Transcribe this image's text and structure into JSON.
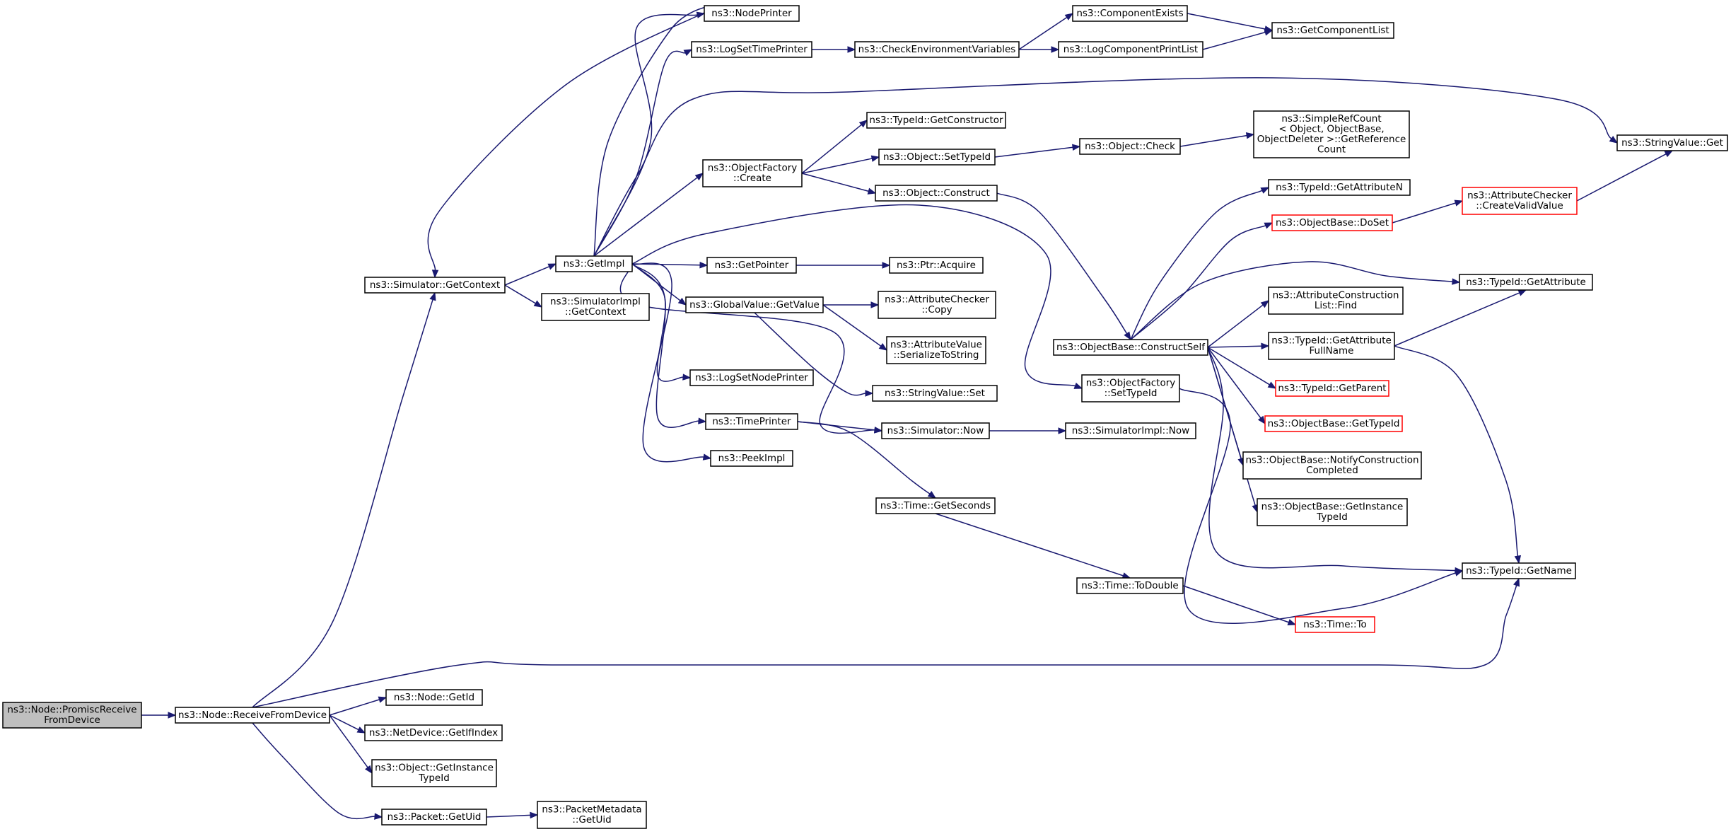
{
  "graph": {
    "edge_color": "#191970",
    "root_fill": "#bfbfbf",
    "node_border_colors": {
      "normal": "#000000",
      "truncated": "#ff0000"
    },
    "nodes": [
      {
        "id": "promisc",
        "lines": [
          "ns3::Node::PromiscReceive",
          "FromDevice"
        ],
        "style": "root"
      },
      {
        "id": "recv",
        "lines": [
          "ns3::Node::ReceiveFromDevice"
        ],
        "style": "normal"
      },
      {
        "id": "simctx",
        "lines": [
          "ns3::Simulator::GetContext"
        ],
        "style": "normal"
      },
      {
        "id": "getid",
        "lines": [
          "ns3::Node::GetId"
        ],
        "style": "normal"
      },
      {
        "id": "getifindex",
        "lines": [
          "ns3::NetDevice::GetIfIndex"
        ],
        "style": "normal"
      },
      {
        "id": "objinst",
        "lines": [
          "ns3::Object::GetInstance",
          "TypeId"
        ],
        "style": "normal"
      },
      {
        "id": "pktuid",
        "lines": [
          "ns3::Packet::GetUid"
        ],
        "style": "normal"
      },
      {
        "id": "pmuid",
        "lines": [
          "ns3::PacketMetadata",
          "::GetUid"
        ],
        "style": "normal"
      },
      {
        "id": "getimpl",
        "lines": [
          "ns3::GetImpl"
        ],
        "style": "normal"
      },
      {
        "id": "simimplctx",
        "lines": [
          "ns3::SimulatorImpl",
          "::GetContext"
        ],
        "style": "normal"
      },
      {
        "id": "nodeprinter",
        "lines": [
          "ns3::NodePrinter"
        ],
        "style": "normal"
      },
      {
        "id": "logsettp",
        "lines": [
          "ns3::LogSetTimePrinter"
        ],
        "style": "normal"
      },
      {
        "id": "checkenv",
        "lines": [
          "ns3::CheckEnvironmentVariables"
        ],
        "style": "normal"
      },
      {
        "id": "compexists",
        "lines": [
          "ns3::ComponentExists"
        ],
        "style": "normal"
      },
      {
        "id": "logcpl",
        "lines": [
          "ns3::LogComponentPrintList"
        ],
        "style": "normal"
      },
      {
        "id": "getcomplist",
        "lines": [
          "ns3::GetComponentList"
        ],
        "style": "normal"
      },
      {
        "id": "objfactcreate",
        "lines": [
          "ns3::ObjectFactory",
          "::Create"
        ],
        "style": "normal"
      },
      {
        "id": "tidgetctor",
        "lines": [
          "ns3::TypeId::GetConstructor"
        ],
        "style": "normal"
      },
      {
        "id": "objsettid",
        "lines": [
          "ns3::Object::SetTypeId"
        ],
        "style": "normal"
      },
      {
        "id": "objcheck",
        "lines": [
          "ns3::Object::Check"
        ],
        "style": "normal"
      },
      {
        "id": "simplerefcount",
        "lines": [
          "ns3::SimpleRefCount",
          "< Object, ObjectBase,",
          "ObjectDeleter >::GetReference",
          "Count"
        ],
        "style": "normal"
      },
      {
        "id": "objconstruct",
        "lines": [
          "ns3::Object::Construct"
        ],
        "style": "normal"
      },
      {
        "id": "strvalget",
        "lines": [
          "ns3::StringValue::Get"
        ],
        "style": "normal"
      },
      {
        "id": "getpointer",
        "lines": [
          "ns3::GetPointer"
        ],
        "style": "normal"
      },
      {
        "id": "ptracquire",
        "lines": [
          "ns3::Ptr::Acquire"
        ],
        "style": "normal"
      },
      {
        "id": "gvgetvalue",
        "lines": [
          "ns3::GlobalValue::GetValue"
        ],
        "style": "normal"
      },
      {
        "id": "accopy",
        "lines": [
          "ns3::AttributeChecker",
          "::Copy"
        ],
        "style": "normal"
      },
      {
        "id": "avser",
        "lines": [
          "ns3::AttributeValue",
          "::SerializeToString"
        ],
        "style": "normal"
      },
      {
        "id": "strvalset",
        "lines": [
          "ns3::StringValue::Set"
        ],
        "style": "normal"
      },
      {
        "id": "logsetnp",
        "lines": [
          "ns3::LogSetNodePrinter"
        ],
        "style": "normal"
      },
      {
        "id": "timeprinter",
        "lines": [
          "ns3::TimePrinter"
        ],
        "style": "normal"
      },
      {
        "id": "peekimpl",
        "lines": [
          "ns3::PeekImpl"
        ],
        "style": "normal"
      },
      {
        "id": "simnow",
        "lines": [
          "ns3::Simulator::Now"
        ],
        "style": "normal"
      },
      {
        "id": "simimplnow",
        "lines": [
          "ns3::SimulatorImpl::Now"
        ],
        "style": "normal"
      },
      {
        "id": "timegetsec",
        "lines": [
          "ns3::Time::GetSeconds"
        ],
        "style": "normal"
      },
      {
        "id": "timetodouble",
        "lines": [
          "ns3::Time::ToDouble"
        ],
        "style": "normal"
      },
      {
        "id": "timeto",
        "lines": [
          "ns3::Time::To"
        ],
        "style": "truncated"
      },
      {
        "id": "obconstructself",
        "lines": [
          "ns3::ObjectBase::ConstructSelf"
        ],
        "style": "normal"
      },
      {
        "id": "ofsettid",
        "lines": [
          "ns3::ObjectFactory",
          "::SetTypeId"
        ],
        "style": "normal"
      },
      {
        "id": "tidgetattrn",
        "lines": [
          "ns3::TypeId::GetAttributeN"
        ],
        "style": "normal"
      },
      {
        "id": "obdoset",
        "lines": [
          "ns3::ObjectBase::DoSet"
        ],
        "style": "truncated"
      },
      {
        "id": "accreatevalid",
        "lines": [
          "ns3::AttributeChecker",
          "::CreateValidValue"
        ],
        "style": "truncated"
      },
      {
        "id": "acfind",
        "lines": [
          "ns3::AttributeConstruction",
          "List::Find"
        ],
        "style": "normal"
      },
      {
        "id": "tidgetattr",
        "lines": [
          "ns3::TypeId::GetAttribute"
        ],
        "style": "normal"
      },
      {
        "id": "tidgetattrfull",
        "lines": [
          "ns3::TypeId::GetAttribute",
          "FullName"
        ],
        "style": "normal"
      },
      {
        "id": "tidgetparent",
        "lines": [
          "ns3::TypeId::GetParent"
        ],
        "style": "truncated"
      },
      {
        "id": "obgettid",
        "lines": [
          "ns3::ObjectBase::GetTypeId"
        ],
        "style": "truncated"
      },
      {
        "id": "obnotify",
        "lines": [
          "ns3::ObjectBase::NotifyConstruction",
          "Completed"
        ],
        "style": "normal"
      },
      {
        "id": "obgetinst",
        "lines": [
          "ns3::ObjectBase::GetInstance",
          "TypeId"
        ],
        "style": "normal"
      },
      {
        "id": "tidgetname",
        "lines": [
          "ns3::TypeId::GetName"
        ],
        "style": "normal"
      }
    ],
    "edges": [
      [
        "promisc",
        "recv"
      ],
      [
        "recv",
        "simctx"
      ],
      [
        "recv",
        "getid"
      ],
      [
        "recv",
        "getifindex"
      ],
      [
        "recv",
        "objinst"
      ],
      [
        "recv",
        "pktuid"
      ],
      [
        "recv",
        "tidgetname"
      ],
      [
        "pktuid",
        "pmuid"
      ],
      [
        "simctx",
        "getimpl"
      ],
      [
        "simctx",
        "simimplctx"
      ],
      [
        "getimpl",
        "simctx"
      ],
      [
        "getimpl",
        "nodeprinter"
      ],
      [
        "getimpl",
        "logsettp"
      ],
      [
        "getimpl",
        "objfactcreate"
      ],
      [
        "getimpl",
        "strvalget"
      ],
      [
        "getimpl",
        "getpointer"
      ],
      [
        "getimpl",
        "gvgetvalue"
      ],
      [
        "getimpl",
        "logsetnp"
      ],
      [
        "getimpl",
        "timeprinter"
      ],
      [
        "getimpl",
        "peekimpl"
      ],
      [
        "getimpl",
        "simnow"
      ],
      [
        "getimpl",
        "ofsettid"
      ],
      [
        "logsettp",
        "checkenv"
      ],
      [
        "checkenv",
        "compexists"
      ],
      [
        "checkenv",
        "logcpl"
      ],
      [
        "compexists",
        "getcomplist"
      ],
      [
        "logcpl",
        "getcomplist"
      ],
      [
        "objfactcreate",
        "tidgetctor"
      ],
      [
        "objfactcreate",
        "objsettid"
      ],
      [
        "objfactcreate",
        "objconstruct"
      ],
      [
        "objsettid",
        "objcheck"
      ],
      [
        "objcheck",
        "simplerefcount"
      ],
      [
        "objconstruct",
        "obconstructself"
      ],
      [
        "getpointer",
        "ptracquire"
      ],
      [
        "gvgetvalue",
        "accopy"
      ],
      [
        "gvgetvalue",
        "avser"
      ],
      [
        "gvgetvalue",
        "strvalset"
      ],
      [
        "timeprinter",
        "simnow"
      ],
      [
        "timeprinter",
        "timegetsec"
      ],
      [
        "simnow",
        "simimplnow"
      ],
      [
        "timegetsec",
        "timetodouble"
      ],
      [
        "timetodouble",
        "timeto"
      ],
      [
        "obconstructself",
        "tidgetattrn"
      ],
      [
        "obconstructself",
        "obdoset"
      ],
      [
        "obconstructself",
        "tidgetattr"
      ],
      [
        "obconstructself",
        "acfind"
      ],
      [
        "obconstructself",
        "tidgetattrfull"
      ],
      [
        "obconstructself",
        "tidgetparent"
      ],
      [
        "obconstructself",
        "obgettid"
      ],
      [
        "obconstructself",
        "obnotify"
      ],
      [
        "obconstructself",
        "obgetinst"
      ],
      [
        "obconstructself",
        "tidgetname"
      ],
      [
        "obdoset",
        "accreatevalid"
      ],
      [
        "accreatevalid",
        "strvalget"
      ],
      [
        "tidgetattrfull",
        "tidgetattr"
      ],
      [
        "tidgetattrfull",
        "tidgetname"
      ],
      [
        "ofsettid",
        "tidgetname"
      ]
    ]
  }
}
